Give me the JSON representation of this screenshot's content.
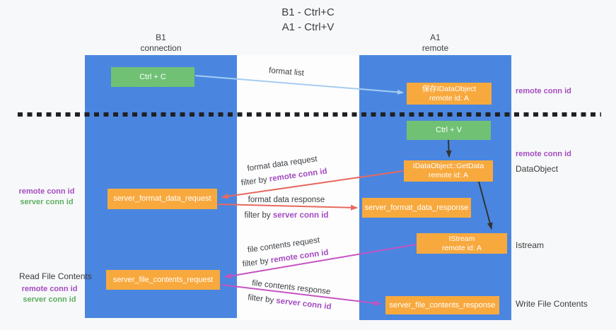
{
  "title": {
    "line1": "B1 - Ctrl+C",
    "line2": "A1 - Ctrl+V"
  },
  "lanes": {
    "left": {
      "name": "B1",
      "role": "connection"
    },
    "right": {
      "name": "A1",
      "role": "remote"
    }
  },
  "boxes": {
    "ctrl_c": {
      "label": "Ctrl + C"
    },
    "save_dataobject": {
      "line1": "保存IDataObject",
      "line2": "remote id: A"
    },
    "ctrl_v": {
      "label": "Ctrl + V"
    },
    "getdata": {
      "line1": "IDataObject::GetData",
      "line2": "remote id: A"
    },
    "istream": {
      "line1": "IStream",
      "line2": "remote id: A"
    },
    "server_format_data_request": {
      "label": "server_format_data_request"
    },
    "server_format_data_response": {
      "label": "server_format_data_response"
    },
    "server_file_contents_request": {
      "label": "server_file_contents_request"
    },
    "server_file_contents_response": {
      "label": "server_file_contents_response"
    }
  },
  "arrow_labels": {
    "format_list": "format list",
    "format_data_request": "format data request",
    "format_data_response": "format data response",
    "file_contents_request": "file contents request",
    "file_contents_response": "file contents response",
    "filter_by": "filter by",
    "remote_conn_id": "remote conn id",
    "server_conn_id": "server conn id"
  },
  "annotations": {
    "remote_conn_id": "remote conn id",
    "server_conn_id": "server conn id",
    "dataobject": "DataObject",
    "istream": "Istream",
    "read_file_contents": "Read File Contents",
    "write_file_contents": "Write File Contents"
  },
  "colors": {
    "lane_blue": "#4a86e0",
    "box_orange": "#f8a93e",
    "box_green": "#70c174",
    "arrow_lightblue": "#a5cdf0",
    "arrow_red": "#e8695f",
    "arrow_magenta": "#c653c1",
    "arrow_black": "#333333",
    "text_purple": "#a44cc0",
    "text_green": "#5fae62"
  }
}
